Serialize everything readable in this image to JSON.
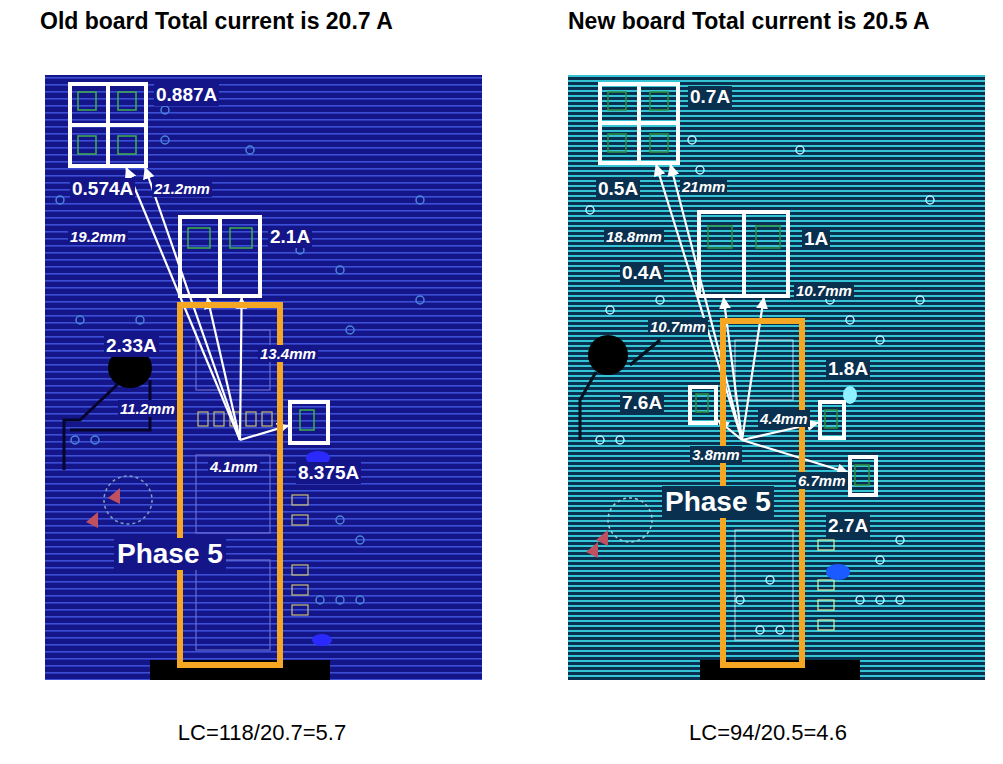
{
  "diagram": {
    "nodes": [
      {
        "text": [
          "0.887A",
          "0.574A"
        ]
      },
      {
        "text": [
          "2.1A"
        ]
      },
      {
        "text": [
          "Phase 5"
        ]
      },
      {
        "text": [
          "8.375A"
        ]
      },
      {
        "text": [
          "0.7A",
          "0.5A"
        ]
      },
      {
        "text": [
          "1A",
          "0.4A"
        ]
      },
      {
        "text": [
          "Phase 5"
        ]
      },
      {
        "text": [
          "7.6A"
        ]
      },
      {
        "text": [
          "1.8A"
        ]
      },
      {
        "text": [
          "2.7A"
        ]
      }
    ],
    "edges": [
      {
        "from": 2,
        "to": 0,
        "arrow": "to",
        "label": "21.2mm"
      },
      {
        "from": 2,
        "to": 0,
        "arrow": "to",
        "label": "19.2mm"
      },
      {
        "from": 2,
        "to": 1,
        "arrow": "to",
        "label": "11.2mm"
      },
      {
        "from": 2,
        "to": 1,
        "arrow": "to",
        "label": "13.4mm"
      },
      {
        "from": 2,
        "to": 3,
        "arrow": "to",
        "label": "4.1mm"
      },
      {
        "from": 6,
        "to": 4,
        "arrow": "to",
        "label": "21mm"
      },
      {
        "from": 6,
        "to": 4,
        "arrow": "to",
        "label": "18.8mm"
      },
      {
        "from": 6,
        "to": 5,
        "arrow": "to",
        "label": "10.7mm"
      },
      {
        "from": 6,
        "to": 5,
        "arrow": "to",
        "label": "10.7mm"
      },
      {
        "from": 6,
        "to": 7,
        "arrow": "to",
        "label": "3.8mm"
      },
      {
        "from": 6,
        "to": 8,
        "arrow": "to",
        "label": "4.4mm"
      },
      {
        "from": 6,
        "to": 9,
        "arrow": "to",
        "label": "6.7mm"
      }
    ],
    "labels": [
      "Old board Total current is 20.7 A",
      "New board Total current is 20.5 A",
      "2.33A",
      "LC=118/20.7=5.7",
      "LC=94/20.5=4.6"
    ]
  }
}
